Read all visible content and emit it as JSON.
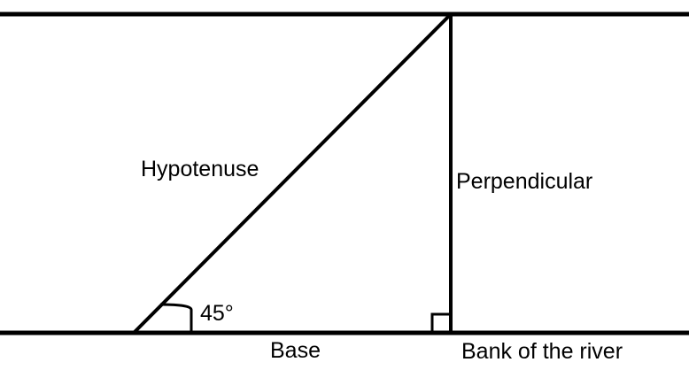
{
  "labels": {
    "hypotenuse": "Hypotenuse",
    "perpendicular": "Perpendicular",
    "base": "Base",
    "bank": "Bank of the river",
    "angle": "45°"
  },
  "colors": {
    "line": "#000000",
    "background": "#ffffff"
  }
}
